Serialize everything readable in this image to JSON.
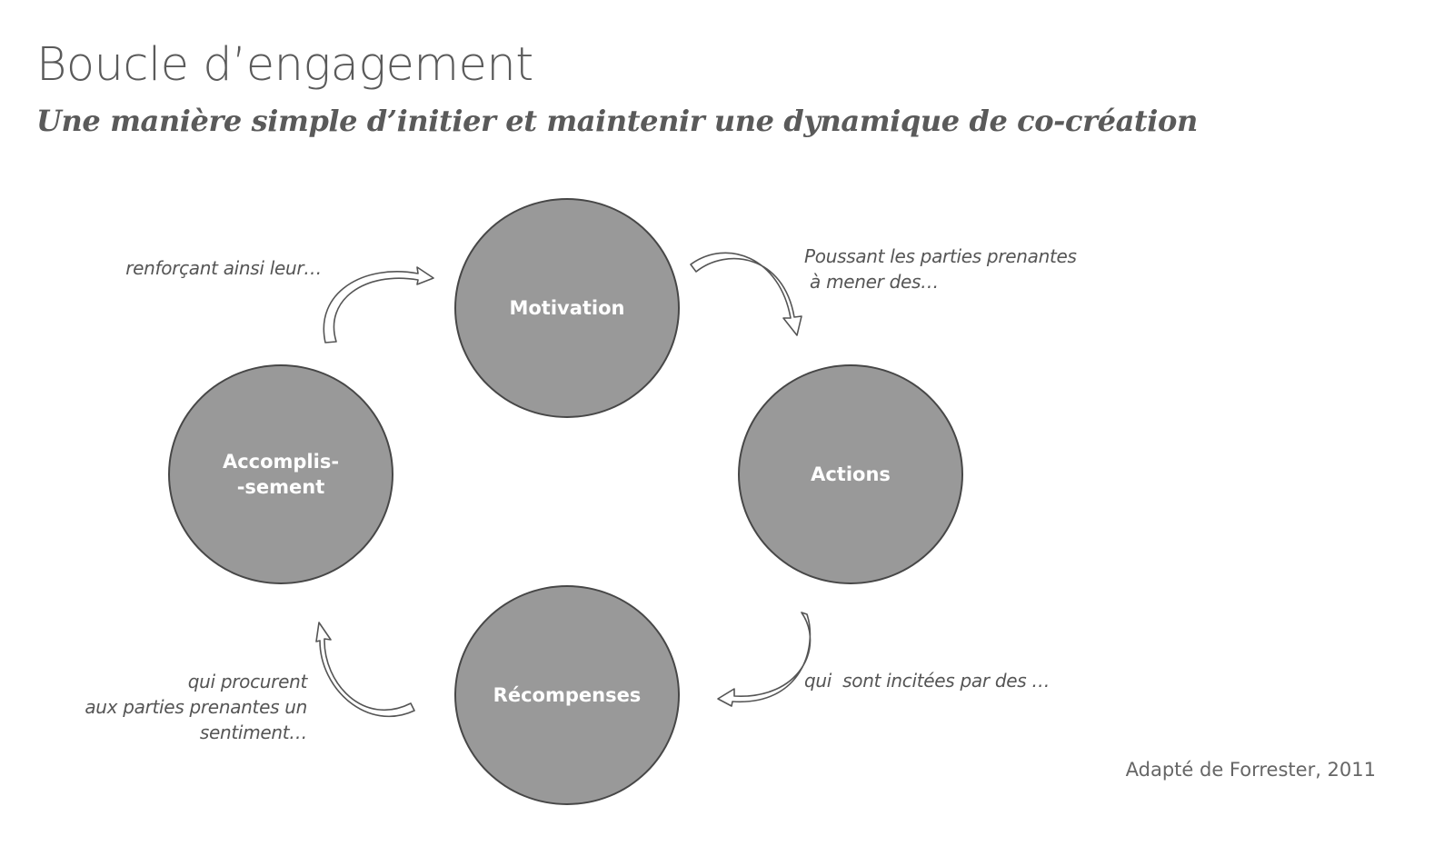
{
  "title": "Boucle d’engagement",
  "subtitle": "Une manière simple d’initier et maintenir une dynamique de co-création",
  "nodes": {
    "motivation": "Motivation",
    "actions": "Actions",
    "recompenses": "Récompenses",
    "accomplissement": "Accomplis-\n-sement"
  },
  "captions": {
    "motivation_to_actions": "Poussant les parties prenantes\n à mener des…",
    "actions_to_recompenses": "qui  sont incitées par des …",
    "recompenses_to_accomplissement": "qui procurent\naux parties prenantes un\nsentiment…",
    "accomplissement_to_motivation": "renforçant ainsi leur…"
  },
  "source": "Adapté de Forrester, 2011",
  "colors": {
    "node_fill": "#999999",
    "node_border": "#474747",
    "text": "#5a5a5a"
  }
}
